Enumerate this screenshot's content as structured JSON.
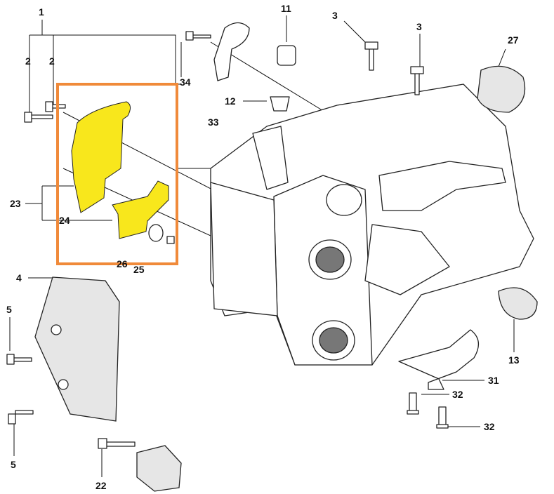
{
  "diagram": {
    "title": "Crankcase exploded parts diagram",
    "highlight_color": "#f08a3a",
    "highlight_fill": "#f8e71c",
    "labels": {
      "l1": "1",
      "l2a": "2",
      "l2b": "2",
      "l34": "34",
      "l11": "11",
      "l3a": "3",
      "l3b": "3",
      "l27": "27",
      "l12": "12",
      "l33": "33",
      "l23": "23",
      "l24": "24",
      "l26": "26",
      "l25": "25",
      "l4": "4",
      "l5a": "5",
      "l5b": "5",
      "l22": "22",
      "l13": "13",
      "l32a": "32",
      "l31": "31",
      "l32b": "32"
    }
  }
}
